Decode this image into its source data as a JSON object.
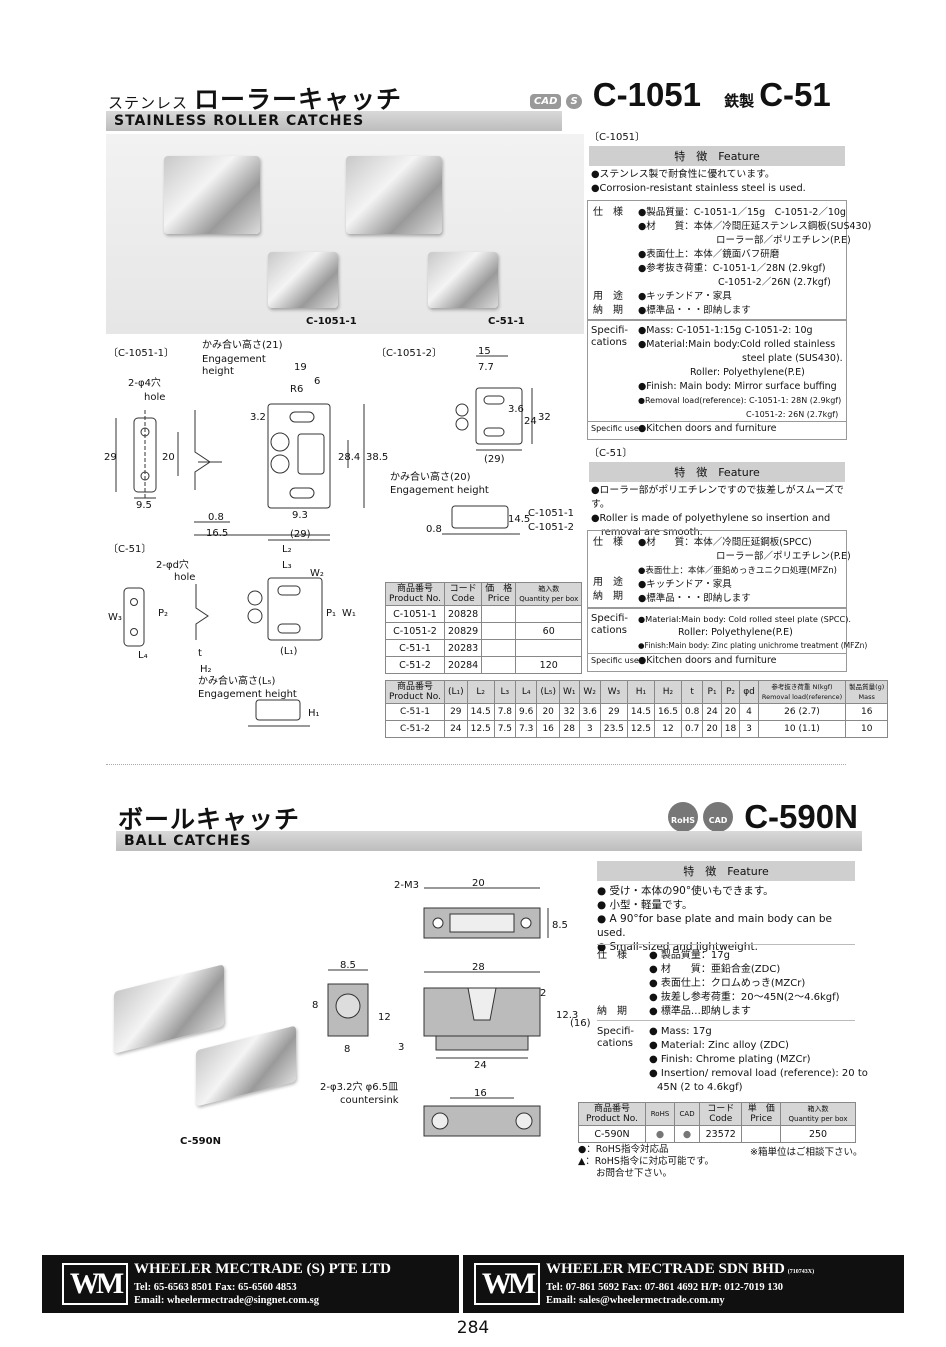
{
  "section1": {
    "jp_prefix": "ステンレス",
    "jp_title": "ローラーキャッチ",
    "en_title": "STAINLESS  ROLLER  CATCHES",
    "cad_badge": "CAD",
    "stainless_badge": "S",
    "model1": "C-1051",
    "iron_label": "鉄製",
    "model2": "C-51",
    "photo_labels": [
      "C-1051-1",
      "C-51-1"
    ],
    "c1051": {
      "tag": "〔C-1051〕",
      "feature_header": "特　徴　Feature",
      "features": [
        "●ステンレス製で耐食性に優れています。",
        "●Corrosion-resistant stainless steel is used."
      ],
      "jp_spec_labels": [
        "仕　様",
        "用　途",
        "納　期"
      ],
      "jp_spec_lines": [
        "●製品質量：C-1051-1／15g　C-1051-2／10g",
        "●材　　質：本体／冷間圧延ステンレス鋼板(SUS430)",
        "ローラー部／ポリエチレン(P.E)",
        "●表面仕上：本体／鏡面バフ研磨",
        "●参考抜き荷重：C-1051-1／28N (2.9kgf)",
        "C-1051-2／26N (2.7kgf)",
        "●キッチンドア・家具",
        "●標準品・・・即納します"
      ],
      "en_spec_label": "Specifi-\ncations",
      "en_spec_lines": [
        "●Mass: C-1051-1:15g  C-1051-2: 10g",
        "●Material:Main body:Cold rolled stainless",
        "steel plate (SUS430).",
        "Roller: Polyethylene(P.E)",
        "●Finish: Main body: Mirror surface buffing",
        "●Removal load(reference): C-1051-1: 28N (2.9kgf)",
        "C-1051-2: 26N (2.7kgf)"
      ],
      "use_label": "Specific use",
      "use_text": "●Kitchen doors and furniture"
    },
    "c51": {
      "tag": "〔C-51〕",
      "feature_header": "特　徴　Feature",
      "features": [
        "●ローラー部がポリエチレンですので抜差しがスムーズです。",
        "●Roller is made of polyethylene so insertion and",
        "removal are smooth."
      ],
      "jp_spec_labels": [
        "仕　様",
        "用　途",
        "納　期"
      ],
      "jp_spec_lines": [
        "●材　　質：本体／冷間圧延鋼板(SPCC)",
        "ローラー部／ポリエチレン(P.E)",
        "●表面仕上：本体／亜鉛めっきユニクロ処理(MFZn)",
        "●キッチンドア・家具",
        "●標準品・・・即納します"
      ],
      "en_spec_label": "Specifi-\ncations",
      "en_spec_lines": [
        "●Material:Main body: Cold rolled steel plate (SPCC).",
        "Roller: Polyethylene(P.E)",
        "●Finish:Main body: Zinc plating unichrome treatment (MFZn)"
      ],
      "use_label": "Specific use",
      "use_text": "●Kitchen doors and furniture"
    },
    "drawings": {
      "c1051_1_tag": "〔C-1051-1〕",
      "c1051_2_tag": "〔C-1051-2〕",
      "c51_tag": "〔C-51〕",
      "hole_jp": "2-φ4穴",
      "hole_en": "hole",
      "engage_jp": "かみ合い高さ(21)",
      "engage_en": "Engagement",
      "engage_en2": "height",
      "engage2_jp": "かみ合い高さ(20)",
      "engage2_en": "Engagement height",
      "hole51_jp": "2-φd穴",
      "hole51_en": "hole",
      "engage3_jp": "かみ合い高さ(L₅)",
      "engage3_en": "Engagement height",
      "dims_1051_1": [
        "29",
        "20",
        "9.5",
        "0.8",
        "16.5",
        "19",
        "6",
        "R6",
        "3.2",
        "28.4",
        "38.5",
        "9.3",
        "(29)"
      ],
      "dims_1051_2": [
        "15",
        "7.7",
        "3.6",
        "24",
        "32",
        "(29)",
        "14.5",
        "0.8",
        "C-1051-1",
        "C-1051-2"
      ],
      "dims_51": [
        "W₃",
        "P₂",
        "L₄",
        "t",
        "H₂",
        "L₂",
        "L₃",
        "W₂",
        "P₁",
        "W₁",
        "(L₁)",
        "H₁"
      ]
    },
    "table1": {
      "headers": [
        "商品番号\nProduct No.",
        "コード\nCode",
        "価　格\nPrice",
        "箱入数\nQuantity per box"
      ],
      "rows": [
        [
          "C-1051-1",
          "20828",
          "",
          ""
        ],
        [
          "C-1051-2",
          "20829",
          "",
          "60"
        ],
        [
          "C-51-1",
          "20283",
          "",
          ""
        ],
        [
          "C-51-2",
          "20284",
          "",
          "120"
        ]
      ]
    },
    "table2": {
      "headers": [
        "商品番号\nProduct No.",
        "(L₁)",
        "L₂",
        "L₃",
        "L₄",
        "(L₅)",
        "W₁",
        "W₂",
        "W₃",
        "H₁",
        "H₂",
        "t",
        "P₁",
        "P₂",
        "φd",
        "参考抜き荷重 N(kgf)\nRemoval load(reference)",
        "製品質量(g)\nMass"
      ],
      "rows": [
        [
          "C-51-1",
          "29",
          "14.5",
          "7.8",
          "9.6",
          "20",
          "32",
          "3.6",
          "29",
          "14.5",
          "16.5",
          "0.8",
          "24",
          "20",
          "4",
          "26 (2.7)",
          "16"
        ],
        [
          "C-51-2",
          "24",
          "12.5",
          "7.5",
          "7.3",
          "16",
          "28",
          "3",
          "23.5",
          "12.5",
          "12",
          "0.7",
          "20",
          "18",
          "3",
          "10 (1.1)",
          "10"
        ]
      ]
    }
  },
  "section2": {
    "jp_title": "ボールキャッチ",
    "en_title": "BALL  CATCHES",
    "rohs_badge": "RoHS",
    "cad_badge": "CAD",
    "model": "C-590N",
    "photo_label": "C-590N",
    "feature_header": "特　徴　Feature",
    "features": [
      "● 受け・本体の90°使いもできます。",
      "● 小型・軽量です。",
      "● A 90°for base plate and main body can be used.",
      "● Small-sized and lightweight."
    ],
    "jp_spec_labels": [
      "仕　様",
      "納　期"
    ],
    "jp_spec_lines": [
      "● 製品質量：17g",
      "● 材　　質：亜鉛合金(ZDC)",
      "● 表面仕上：クロムめっき(MZCr)",
      "● 抜差し参考荷重：20～45N(2～4.6kgf)",
      "● 標準品…即納します"
    ],
    "en_spec_label": "Specifi-\ncations",
    "en_spec_lines": [
      "● Mass: 17g",
      "● Material: Zinc alloy (ZDC)",
      "● Finish: Chrome plating (MZCr)",
      "● Insertion/ removal load (reference): 20 to",
      "45N (2 to 4.6kgf)"
    ],
    "dims": [
      "2-M3",
      "20",
      "8.5",
      "8.5",
      "28",
      "8",
      "2",
      "12.3",
      "(16)",
      "12",
      "3",
      "8",
      "24",
      "2-φ3.2穴 φ6.5皿",
      "countersink",
      "16"
    ],
    "table": {
      "headers": [
        "商品番号\nProduct No.",
        "RoHS",
        "CAD",
        "コード\nCode",
        "単　価\nPrice",
        "箱入数\nQuantity per box"
      ],
      "row": [
        "C-590N",
        "●",
        "●",
        "23572",
        "",
        "250"
      ]
    },
    "legend": [
      "●：RoHS指令対応品",
      "▲：RoHS指令に対応可能です。",
      "お問合せ下さい。"
    ],
    "note": "※箱単位はご相談下さい。"
  },
  "footer": {
    "left_company": "WHEELER MECTRADE (S) PTE LTD",
    "left_tel": "Tel: 65-6563 8501   Fax: 65-6560 4853",
    "left_email": "Email:  wheelermectrade@singnet.com.sg",
    "right_company": "WHEELER MECTRADE SDN BHD",
    "right_reg": "(710743X)",
    "right_tel": "Tel: 07-861 5692  Fax: 07-861 4692  H/P: 012-7019 130",
    "right_email": "Email:   sales@wheelermectrade.com.my",
    "logo": "WM"
  },
  "page_number": "284"
}
